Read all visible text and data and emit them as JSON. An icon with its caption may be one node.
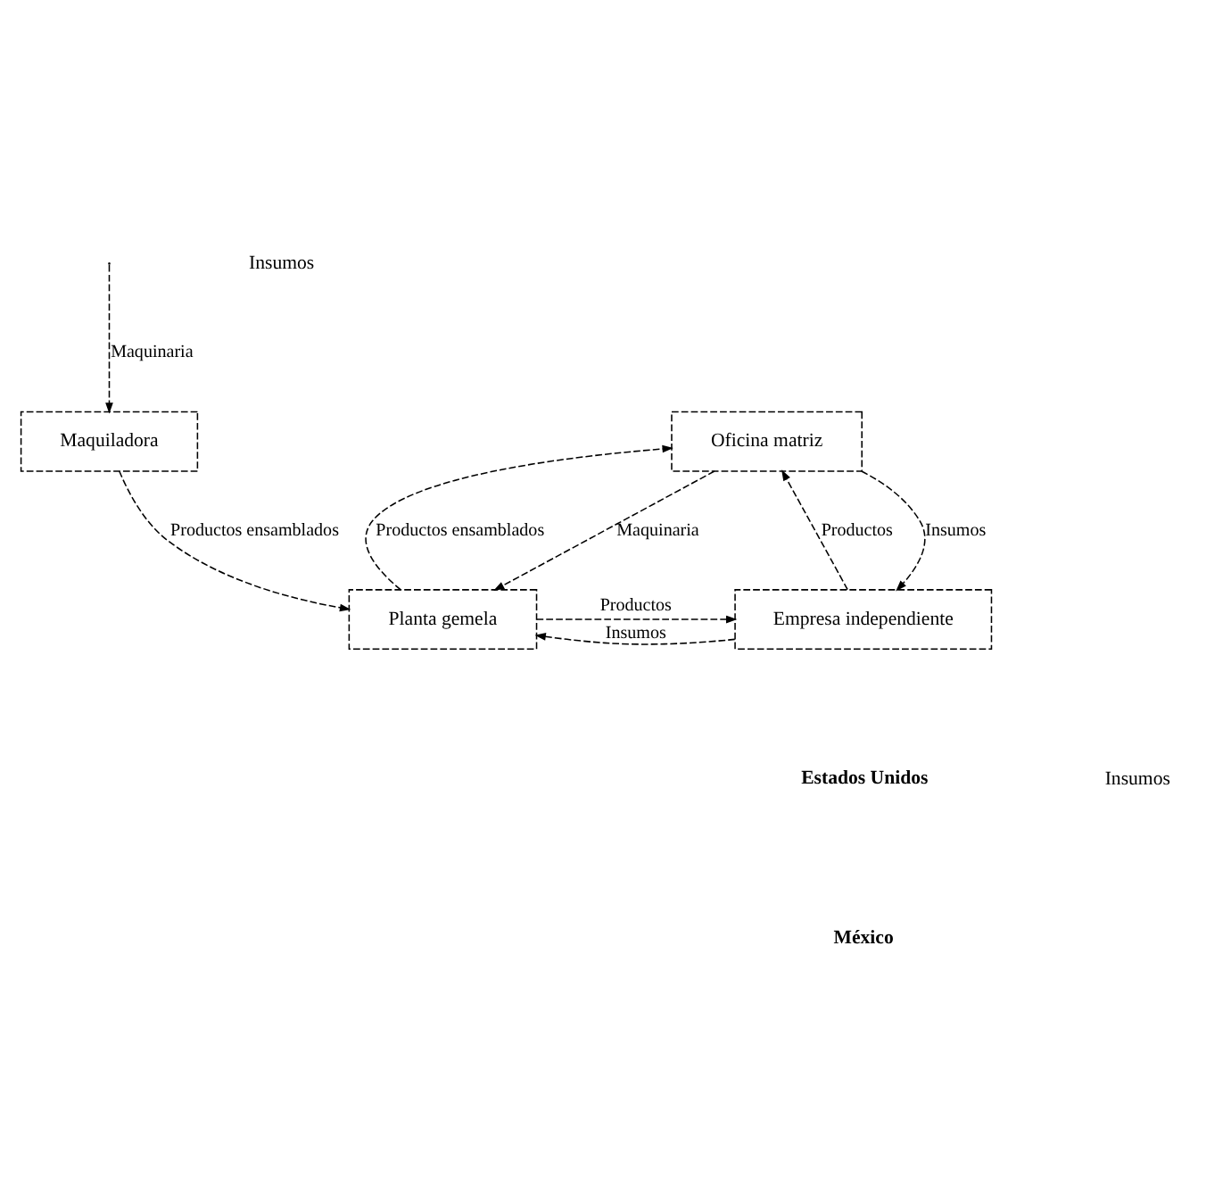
{
  "diagram": {
    "nodes": [
      {
        "text": [
          "Oficina matriz"
        ]
      },
      {
        "text": [
          "Planta gemela"
        ]
      },
      {
        "text": [
          "Empresa independiente"
        ]
      },
      {
        "text": [
          "Maquiladora"
        ]
      }
    ],
    "edges": [
      {
        "from": 1,
        "to": 0,
        "arrow": "to",
        "label": "Productos ensamblados",
        "style": "dashed"
      },
      {
        "from": 0,
        "to": 1,
        "arrow": "to",
        "label": "Maquinaria",
        "style": "dashed"
      },
      {
        "from": 2,
        "to": 0,
        "arrow": "to",
        "label": "Productos",
        "style": "dashed"
      },
      {
        "from": 0,
        "to": 2,
        "arrow": "to",
        "label": "Insumos",
        "style": "dashed"
      },
      {
        "from": 2,
        "to": 1,
        "arrow": "to",
        "label": "Insumos",
        "style": "dashed"
      },
      {
        "from": 1,
        "to": 2,
        "arrow": "to",
        "label": "Productos",
        "style": "dashed"
      },
      {
        "from": 3,
        "to": 1,
        "arrow": "to",
        "label": "Productos ensamblados",
        "style": "dashed"
      },
      {
        "from": null,
        "to": 3,
        "arrow": "to",
        "label": "Maquinaria",
        "style": "dashed"
      }
    ],
    "labels": [
      "Insumos",
      "Insumos",
      "Estados Unidos",
      "México"
    ]
  }
}
